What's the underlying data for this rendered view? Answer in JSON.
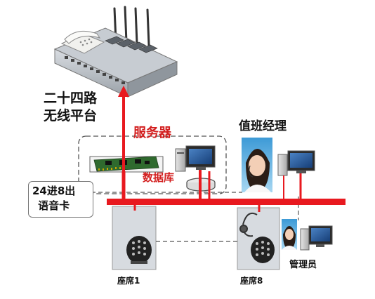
{
  "labels": {
    "platform_line1": "二十四路",
    "platform_line2": "无线平台",
    "server": "服务器",
    "database": "数据库",
    "duty_manager": "值班经理",
    "voice_card_line1": "24进8出",
    "voice_card_line2": "语音卡",
    "seat_1": "座席1",
    "seat_8": "座席8",
    "administrator": "管理员"
  },
  "colors": {
    "link": "#e8191f",
    "dashed": "#555555"
  },
  "icons": [
    "wireless-gateway-icon",
    "telephone-icon",
    "antenna-icon",
    "voice-card-board-icon",
    "server-computer-icon",
    "database-disk-icon",
    "desktop-computer-icon",
    "headset-icon",
    "dialpad-phone-icon",
    "person-photo-icon"
  ]
}
